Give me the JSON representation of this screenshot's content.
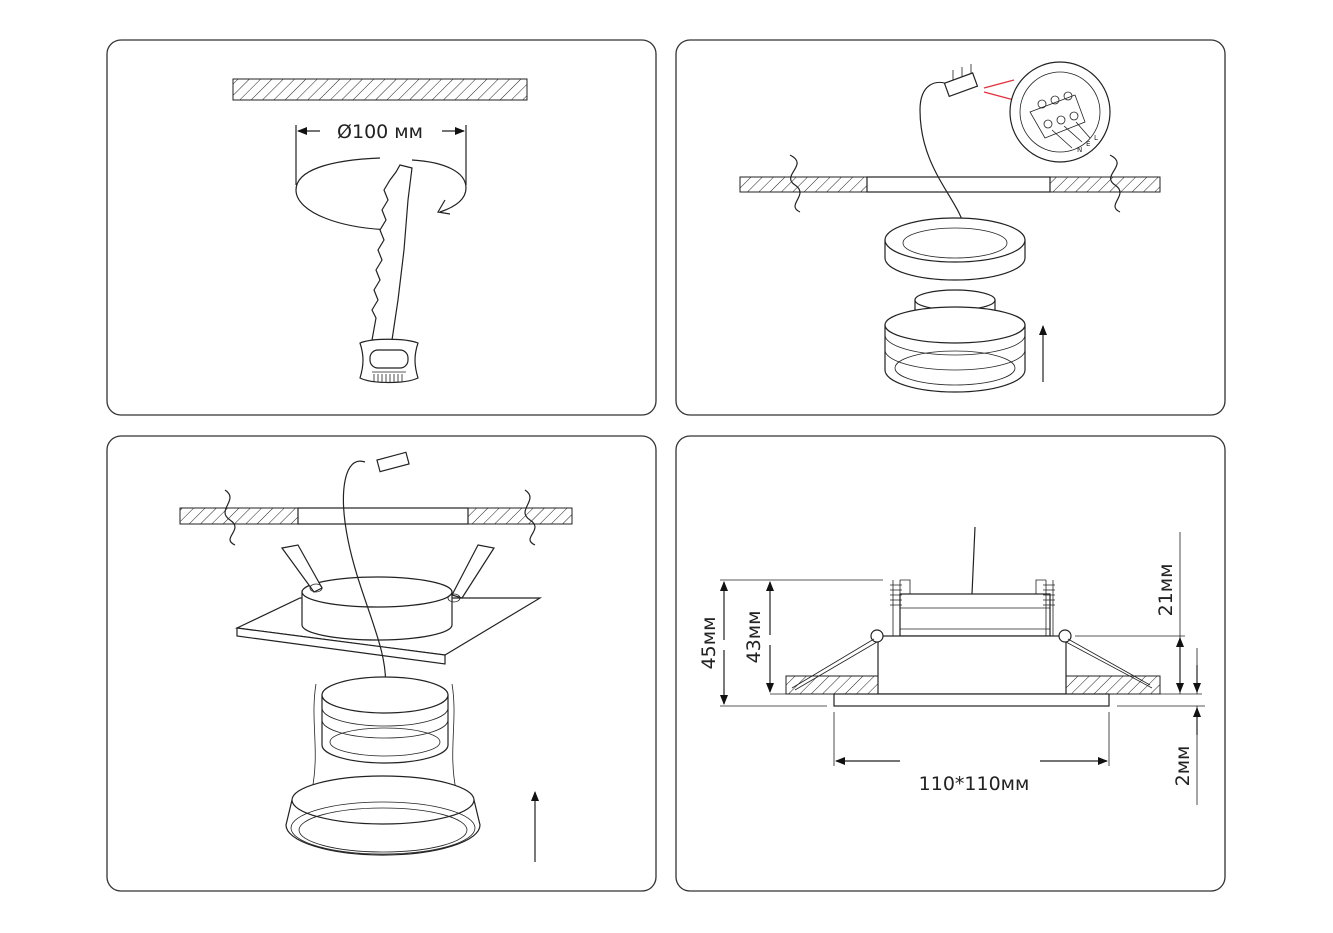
{
  "steps": [
    {
      "name": "cut-hole",
      "dimension_label": "Ø100 мм"
    },
    {
      "name": "connect-wiring",
      "terminal_labels": [
        "L",
        "E",
        "N"
      ],
      "accent_color": "#e0303a"
    },
    {
      "name": "mount-fixture"
    },
    {
      "name": "dimensions",
      "labels": {
        "total_height": "45мм",
        "body_height": "43мм",
        "top_height": "21мм",
        "flange": "2мм",
        "plate_size": "110*110мм"
      }
    }
  ]
}
